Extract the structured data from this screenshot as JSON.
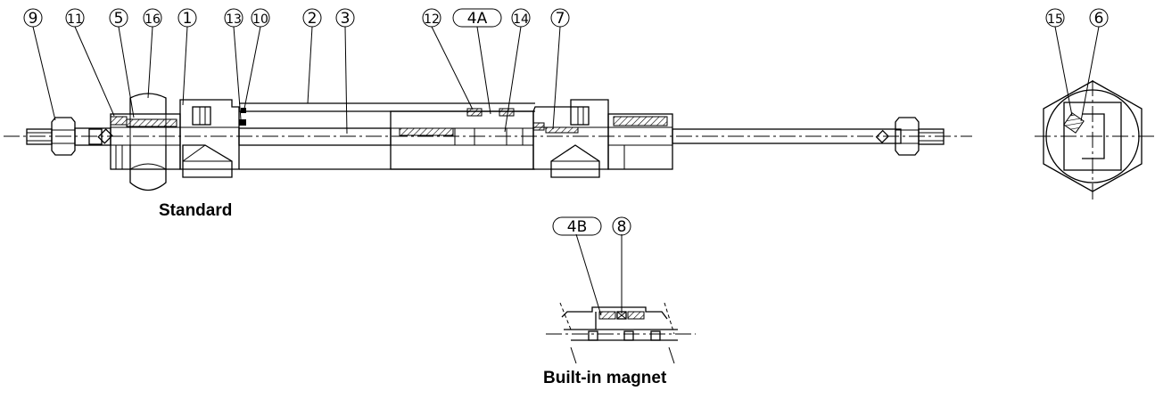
{
  "captions": {
    "standard": "Standard",
    "builtin_magnet": "Built-in magnet"
  },
  "callouts": {
    "c9": "9",
    "c11": "11",
    "c5": "5",
    "c16": "16",
    "c1": "1",
    "c13": "13",
    "c10": "10",
    "c2": "2",
    "c3": "3",
    "c12": "12",
    "c4a": "4A",
    "c14": "14",
    "c7": "7",
    "c15": "15",
    "c6": "6",
    "c4b": "4B",
    "c8": "8"
  },
  "colors": {
    "line": "#000000",
    "background": "#ffffff"
  }
}
